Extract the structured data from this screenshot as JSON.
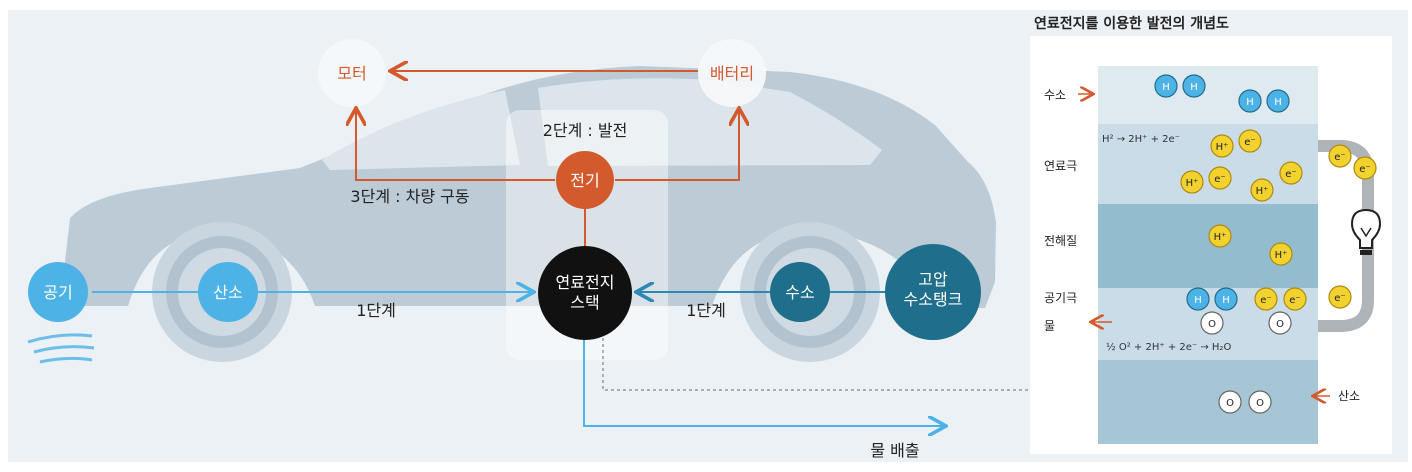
{
  "main_diagram": {
    "nodes": {
      "air": "공기",
      "oxygen": "산소",
      "hydrogen": "수소",
      "tank": "고압\n수소탱크",
      "stack": "연료전지\n스택",
      "electricity": "전기",
      "motor": "모터",
      "battery": "배터리"
    },
    "labels": {
      "step1_left": "1단계",
      "step1_right": "1단계",
      "step2": "2단계 : 발전",
      "step3": "3단계 : 차량 구동",
      "water_out": "물 배출"
    }
  },
  "concept": {
    "title": "연료전지를 이용한 발전의 개념도",
    "layers": {
      "hydrogen": "수소",
      "fuel_electrode": "연료극",
      "electrolyte": "전해질",
      "air_electrode": "공기극",
      "water": "물",
      "oxygen": "산소"
    },
    "equation_anode": "H² → 2H⁺ + 2e⁻",
    "equation_cathode": "½ O² + 2H⁺ + 2e⁻ → H₂O",
    "molecule_labels": {
      "hydrogen": "H",
      "proton": "H⁺",
      "electron": "e⁻",
      "oxygen": "O"
    }
  },
  "colors": {
    "blue": "#4db2e6",
    "teal": "#1f6e8c",
    "orange": "#d35a2c",
    "dark": "#111111",
    "car": "#bccbd6"
  }
}
